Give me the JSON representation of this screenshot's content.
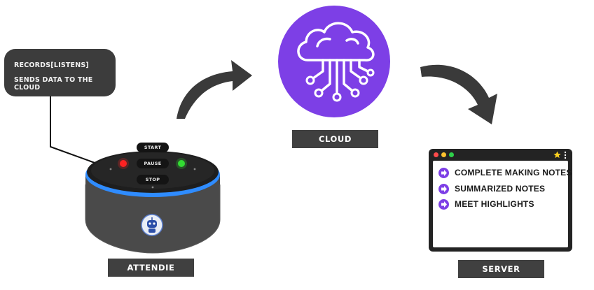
{
  "callout": {
    "line1": "RECORDS[LISTENS]",
    "line2": "SENDS DATA TO THE CLOUD"
  },
  "device": {
    "buttons": [
      "START",
      "PAUSE",
      "STOP"
    ],
    "label": "ATTENDIE"
  },
  "cloud": {
    "label": "CLOUD"
  },
  "server": {
    "label": "SERVER",
    "items": [
      "COMPLETE MAKING NOTES",
      "SUMMARIZED NOTES",
      "MEET HIGHLIGHTS"
    ]
  },
  "colors": {
    "purple": "#7d3fe6",
    "dark_label": "#404040",
    "ring_blue": "#2f8cff"
  }
}
